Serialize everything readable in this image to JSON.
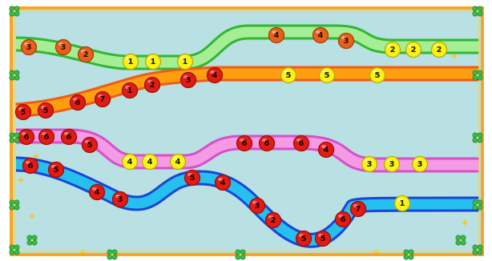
{
  "colors": {
    "board_bg": "#b9e0e2",
    "frame_outer": "#f6a623",
    "frame_inner": "#f3d45a",
    "clover": "#3fb84b",
    "lane1_outer": "#2fb82f",
    "lane1_inner": "#a6ee95",
    "lane2_outer": "#f25a16",
    "lane2_inner": "#ff9f10",
    "lane3_outer": "#d84fc8",
    "lane3_inner": "#f59ae4",
    "lane4_outer": "#1a45d6",
    "lane4_inner": "#25c0f0"
  },
  "lanes": [
    {
      "name": "lane-1",
      "balls": [
        {
          "label": "3",
          "color": "orange"
        },
        {
          "label": "3",
          "color": "orange"
        },
        {
          "label": "2",
          "color": "orange"
        },
        {
          "label": "1",
          "color": "yellow"
        },
        {
          "label": "1",
          "color": "yellow"
        },
        {
          "label": "1",
          "color": "yellow"
        },
        {
          "label": "4",
          "color": "orange"
        },
        {
          "label": "4",
          "color": "orange"
        },
        {
          "label": "3",
          "color": "orange"
        },
        {
          "label": "2",
          "color": "yellow"
        },
        {
          "label": "2",
          "color": "yellow"
        },
        {
          "label": "2",
          "color": "yellow"
        }
      ]
    },
    {
      "name": "lane-2",
      "balls": [
        {
          "label": "5",
          "color": "red"
        },
        {
          "label": "5",
          "color": "red"
        },
        {
          "label": "6",
          "color": "red"
        },
        {
          "label": "7",
          "color": "red"
        },
        {
          "label": "1",
          "color": "red"
        },
        {
          "label": "2",
          "color": "red"
        },
        {
          "label": "3",
          "color": "red"
        },
        {
          "label": "4",
          "color": "red"
        },
        {
          "label": "5",
          "color": "yellow"
        },
        {
          "label": "5",
          "color": "yellow"
        },
        {
          "label": "5",
          "color": "yellow"
        }
      ]
    },
    {
      "name": "lane-3",
      "balls": [
        {
          "label": "6",
          "color": "red"
        },
        {
          "label": "6",
          "color": "red"
        },
        {
          "label": "6",
          "color": "red"
        },
        {
          "label": "5",
          "color": "red"
        },
        {
          "label": "4",
          "color": "yellow"
        },
        {
          "label": "4",
          "color": "yellow"
        },
        {
          "label": "4",
          "color": "yellow"
        },
        {
          "label": "6",
          "color": "red"
        },
        {
          "label": "6",
          "color": "red"
        },
        {
          "label": "6",
          "color": "red"
        },
        {
          "label": "4",
          "color": "red"
        },
        {
          "label": "3",
          "color": "yellow"
        },
        {
          "label": "3",
          "color": "yellow"
        },
        {
          "label": "3",
          "color": "yellow"
        }
      ]
    },
    {
      "name": "lane-4",
      "balls": [
        {
          "label": "6",
          "color": "red"
        },
        {
          "label": "5",
          "color": "red"
        },
        {
          "label": "4",
          "color": "red"
        },
        {
          "label": "3",
          "color": "red"
        },
        {
          "label": "5",
          "color": "red"
        },
        {
          "label": "4",
          "color": "red"
        },
        {
          "label": "3",
          "color": "red"
        },
        {
          "label": "2",
          "color": "red"
        },
        {
          "label": "5",
          "color": "red"
        },
        {
          "label": "5",
          "color": "red"
        },
        {
          "label": "6",
          "color": "red"
        },
        {
          "label": "7",
          "color": "red"
        },
        {
          "label": "1",
          "color": "yellow"
        }
      ]
    }
  ]
}
